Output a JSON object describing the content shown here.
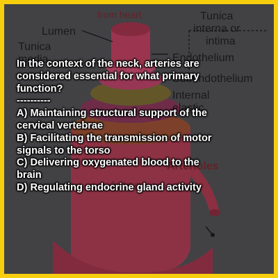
{
  "diagram": {
    "labels": {
      "from_heart": "from heart",
      "tunica_interna_1": "Tunica",
      "tunica_interna_2": "interna or",
      "tunica_interna_3": "intima",
      "lumen": "Lumen",
      "tunica_media_1": "Tunica",
      "tunica_media_2": "media",
      "endothelium": "Endothelium",
      "subendothelium": "Subendothelium",
      "internal_elastic_1": "Internal",
      "internal_elastic_2": "elastic",
      "arterioles": "Arterioles",
      "artery": "Artery"
    }
  },
  "question": {
    "prompt": "In the context of the neck, arteries are considered essential for what primary function?",
    "separator": "----------",
    "options": [
      "A) Maintaining structural support of the cervical vertebrae",
      "B) Facilitating the transmission of motor signals to the torso",
      "C) Delivering oxygenated blood to the brain",
      "D) Regulating endocrine gland activity"
    ]
  }
}
